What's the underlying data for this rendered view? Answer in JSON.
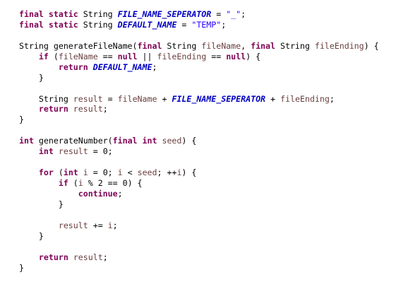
{
  "editor": {
    "lines": [
      [
        [
          "kw",
          "final"
        ],
        [
          "plain",
          " "
        ],
        [
          "kw",
          "static"
        ],
        [
          "plain",
          " String "
        ],
        [
          "const",
          "FILE_NAME_SEPERATOR"
        ],
        [
          "plain",
          " = "
        ],
        [
          "str",
          "\"_\""
        ],
        [
          "plain",
          ";"
        ]
      ],
      [
        [
          "kw",
          "final"
        ],
        [
          "plain",
          " "
        ],
        [
          "kw",
          "static"
        ],
        [
          "plain",
          " String "
        ],
        [
          "const",
          "DEFAULT_NAME"
        ],
        [
          "plain",
          " = "
        ],
        [
          "str",
          "\"TEMP\""
        ],
        [
          "plain",
          ";"
        ]
      ],
      [],
      [
        [
          "plain",
          "String generateFileName("
        ],
        [
          "kw",
          "final"
        ],
        [
          "plain",
          " String "
        ],
        [
          "var",
          "fileName"
        ],
        [
          "plain",
          ", "
        ],
        [
          "kw",
          "final"
        ],
        [
          "plain",
          " String "
        ],
        [
          "var",
          "fileEnding"
        ],
        [
          "plain",
          ") {"
        ]
      ],
      [
        [
          "plain",
          "    "
        ],
        [
          "kw",
          "if"
        ],
        [
          "plain",
          " ("
        ],
        [
          "var",
          "fileName"
        ],
        [
          "plain",
          " == "
        ],
        [
          "kw",
          "null"
        ],
        [
          "plain",
          " || "
        ],
        [
          "var",
          "fileEnding"
        ],
        [
          "plain",
          " == "
        ],
        [
          "kw",
          "null"
        ],
        [
          "plain",
          ") {"
        ]
      ],
      [
        [
          "plain",
          "        "
        ],
        [
          "kw",
          "return"
        ],
        [
          "plain",
          " "
        ],
        [
          "const",
          "DEFAULT_NAME"
        ],
        [
          "plain",
          ";"
        ]
      ],
      [
        [
          "plain",
          "    }"
        ]
      ],
      [],
      [
        [
          "plain",
          "    String "
        ],
        [
          "var",
          "result"
        ],
        [
          "plain",
          " = "
        ],
        [
          "var",
          "fileName"
        ],
        [
          "plain",
          " + "
        ],
        [
          "const",
          "FILE_NAME_SEPERATOR"
        ],
        [
          "plain",
          " + "
        ],
        [
          "var",
          "fileEnding"
        ],
        [
          "plain",
          ";"
        ]
      ],
      [
        [
          "plain",
          "    "
        ],
        [
          "kw",
          "return"
        ],
        [
          "plain",
          " "
        ],
        [
          "var",
          "result"
        ],
        [
          "plain",
          ";"
        ]
      ],
      [
        [
          "plain",
          "}"
        ]
      ],
      [],
      [
        [
          "kw",
          "int"
        ],
        [
          "plain",
          " generateNumber("
        ],
        [
          "kw",
          "final"
        ],
        [
          "plain",
          " "
        ],
        [
          "kw",
          "int"
        ],
        [
          "plain",
          " "
        ],
        [
          "var",
          "seed"
        ],
        [
          "plain",
          ") {"
        ]
      ],
      [
        [
          "plain",
          "    "
        ],
        [
          "kw",
          "int"
        ],
        [
          "plain",
          " "
        ],
        [
          "var",
          "result"
        ],
        [
          "plain",
          " = 0;"
        ]
      ],
      [],
      [
        [
          "plain",
          "    "
        ],
        [
          "kw",
          "for"
        ],
        [
          "plain",
          " ("
        ],
        [
          "kw",
          "int"
        ],
        [
          "plain",
          " "
        ],
        [
          "var",
          "i"
        ],
        [
          "plain",
          " = 0; "
        ],
        [
          "var",
          "i"
        ],
        [
          "plain",
          " < "
        ],
        [
          "var",
          "seed"
        ],
        [
          "plain",
          "; ++"
        ],
        [
          "var",
          "i"
        ],
        [
          "plain",
          ") {"
        ]
      ],
      [
        [
          "plain",
          "        "
        ],
        [
          "kw",
          "if"
        ],
        [
          "plain",
          " ("
        ],
        [
          "var",
          "i"
        ],
        [
          "plain",
          " % 2 == 0) {"
        ]
      ],
      [
        [
          "plain",
          "            "
        ],
        [
          "kw",
          "continue"
        ],
        [
          "plain",
          ";"
        ]
      ],
      [
        [
          "plain",
          "        }"
        ]
      ],
      [],
      [
        [
          "plain",
          "        "
        ],
        [
          "var",
          "result"
        ],
        [
          "plain",
          " += "
        ],
        [
          "var",
          "i"
        ],
        [
          "plain",
          ";"
        ]
      ],
      [
        [
          "plain",
          "    }"
        ]
      ],
      [],
      [
        [
          "plain",
          "    "
        ],
        [
          "kw",
          "return"
        ],
        [
          "plain",
          " "
        ],
        [
          "var",
          "result"
        ],
        [
          "plain",
          ";"
        ]
      ],
      [
        [
          "plain",
          "}"
        ]
      ]
    ],
    "colors": {
      "keyword": "#7f0055",
      "constant": "#0000c0",
      "string": "#2a00ff",
      "variable": "#6a3e3e",
      "plain": "#000000",
      "background": "#ffffff"
    }
  }
}
